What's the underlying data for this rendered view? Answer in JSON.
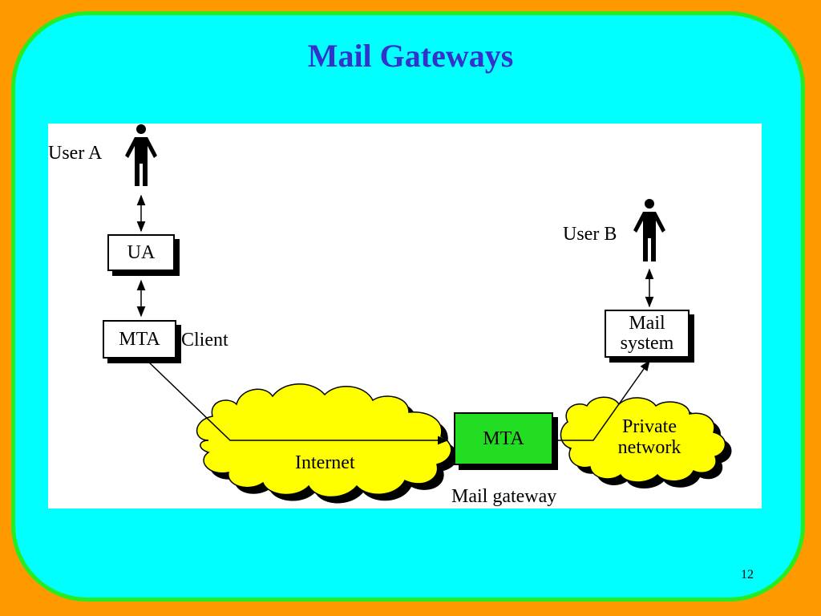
{
  "slide": {
    "title": "Mail Gateways",
    "page_number": "12"
  },
  "colors": {
    "background": "#ff9900",
    "panel": "#00ffff",
    "panel_border": "#22ee22",
    "title": "#3333cc",
    "cloud": "#ffff00",
    "gateway_box": "#22dd22"
  },
  "diagram": {
    "user_a": "User A",
    "user_b": "User B",
    "ua_box": "UA",
    "client_mta_box": "MTA",
    "client_label": "Client",
    "mail_system_line1": "Mail",
    "mail_system_line2": "system",
    "gateway_mta_box": "MTA",
    "gateway_label": "Mail gateway",
    "internet_label": "Internet",
    "private_network_line1": "Private",
    "private_network_line2": "network"
  }
}
